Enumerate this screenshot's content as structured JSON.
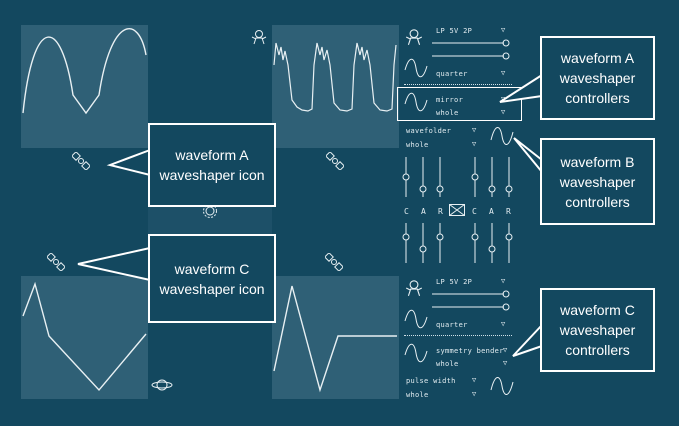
{
  "colors": {
    "background": "#13485f",
    "panel": "#2f6076",
    "line": "#e8f0f3",
    "callout_border": "#ffffff"
  },
  "controls_a": {
    "filter": "LP 5V 2P",
    "rate": "quarter",
    "shaper": "mirror",
    "amount": "whole"
  },
  "controls_b": {
    "shaper": "wavefolder",
    "amount": "whole"
  },
  "mixer": {
    "labels": [
      "C",
      "A",
      "R",
      "C",
      "A",
      "R"
    ]
  },
  "controls_c": {
    "filter": "LP 5V 2P",
    "rate": "quarter",
    "shaper": "symmetry bender",
    "amount": "whole",
    "shaper2": "pulse width",
    "amount2": "whole"
  },
  "callouts": {
    "a_controllers": "waveform A waveshaper controllers",
    "a_icon": "waveform A waveshaper icon",
    "b_controllers": "waveform B waveshaper controllers",
    "c_icon": "waveform C waveshaper icon",
    "c_controllers": "waveform C waveshaper controllers"
  },
  "icons": [
    "satellite-icon",
    "astronaut-icon",
    "planet-icon",
    "gear-icon"
  ]
}
